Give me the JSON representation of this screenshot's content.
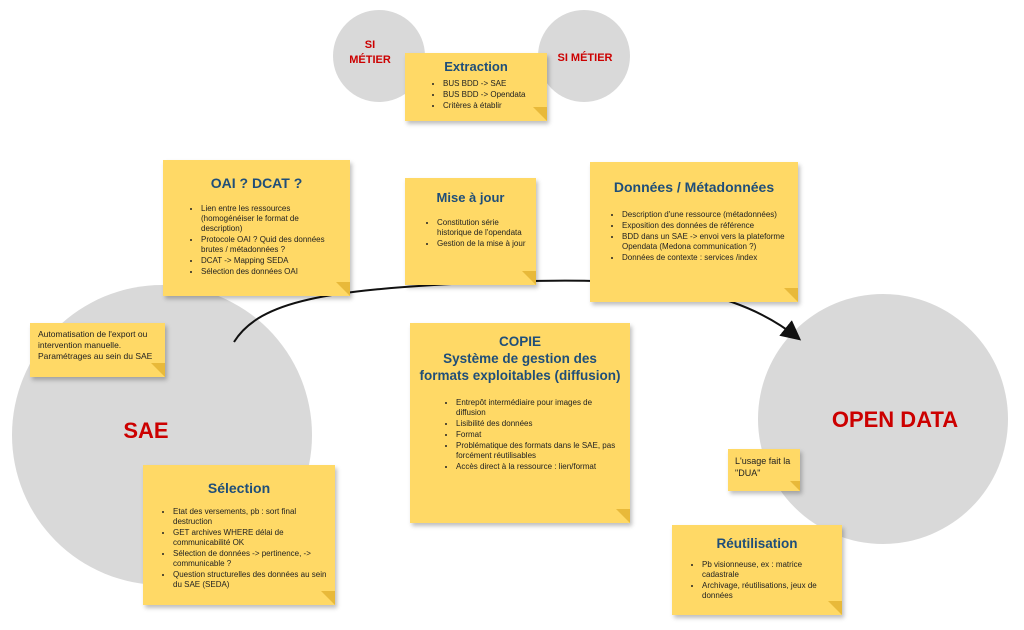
{
  "circles": {
    "si_left": "SI\nMÉTIER",
    "si_right": "SI MÉTIER",
    "sae": "SAE",
    "open_data": "OPEN DATA"
  },
  "notes": {
    "extraction": {
      "title": "Extraction",
      "items": [
        "BUS BDD -> SAE",
        "BUS BDD -> Opendata",
        "Critères à établir"
      ]
    },
    "oai": {
      "title": "OAI ? DCAT ?",
      "items": [
        "Lien entre les ressources (homogénéiser le format de description)",
        "Protocole OAI ? Quid des données brutes / métadonnées ?",
        "DCAT -> Mapping SEDA",
        "Sélection des données OAI"
      ]
    },
    "mise_a_jour": {
      "title": "Mise à jour",
      "items": [
        "Constitution série historique de l'opendata",
        "Gestion de la mise à jour"
      ]
    },
    "donnees": {
      "title": "Données / Métadonnées",
      "items": [
        "Description d'une ressource (métadonnées)",
        "Exposition des données de référence",
        "BDD dans un SAE -> envoi vers la plateforme Opendata (Medona communication ?)",
        "Données de contexte : services /index"
      ]
    },
    "automatisation": {
      "text": "Automatisation de l'export ou intervention manuelle. Paramétrages au sein du SAE"
    },
    "copie": {
      "title": "COPIE\nSystème de gestion des formats exploitables (diffusion)",
      "items": [
        "Entrepôt intermédiaire pour images de diffusion",
        "Lisibilité des données",
        "Format",
        "Problématique des formats dans le SAE, pas forcément réutilisables",
        "Accès direct à la ressource : lien/format"
      ]
    },
    "selection": {
      "title": "Sélection",
      "items": [
        "Etat des versements, pb : sort final destruction",
        "GET archives WHERE délai de communicabilité OK",
        "Sélection de données -> pertinence, -> communicable ?",
        "Question structurelles des données au sein du SAE (SEDA)"
      ]
    },
    "usage": {
      "text": "L'usage fait la \"DUA\""
    },
    "reutilisation": {
      "title": "Réutilisation",
      "items": [
        "Pb visionneuse, ex : matrice cadastrale",
        "Archivage, réutilisations, jeux de données"
      ]
    }
  }
}
